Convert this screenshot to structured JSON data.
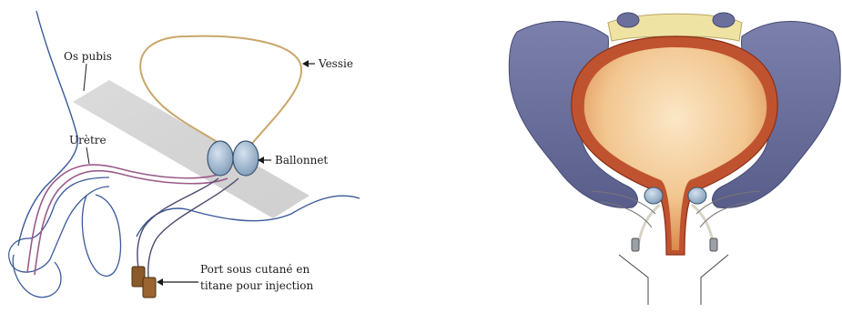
{
  "labels": {
    "os_pubis": "Os pubis",
    "vessie": "Vessie",
    "uretre": "Urètre",
    "ballonnet": "Ballonnet",
    "port_line1": "Port sous cutané en",
    "port_line2": "titane pour injection"
  },
  "colors": {
    "outline_blue": "#3a5a9a",
    "bladder_outline": "#c9a66b",
    "tube_purple": "#9b5a8a",
    "balloon_blue": "#9fb6cf",
    "port_brown": "#8a5a2a",
    "pubis_gray": "#cfcfcf",
    "pelvis_purple": "#6a6f9c",
    "bladder_wall_red": "#c0532f",
    "bladder_fill": "#f2c690",
    "ligament_yellow": "#efe3a4"
  }
}
